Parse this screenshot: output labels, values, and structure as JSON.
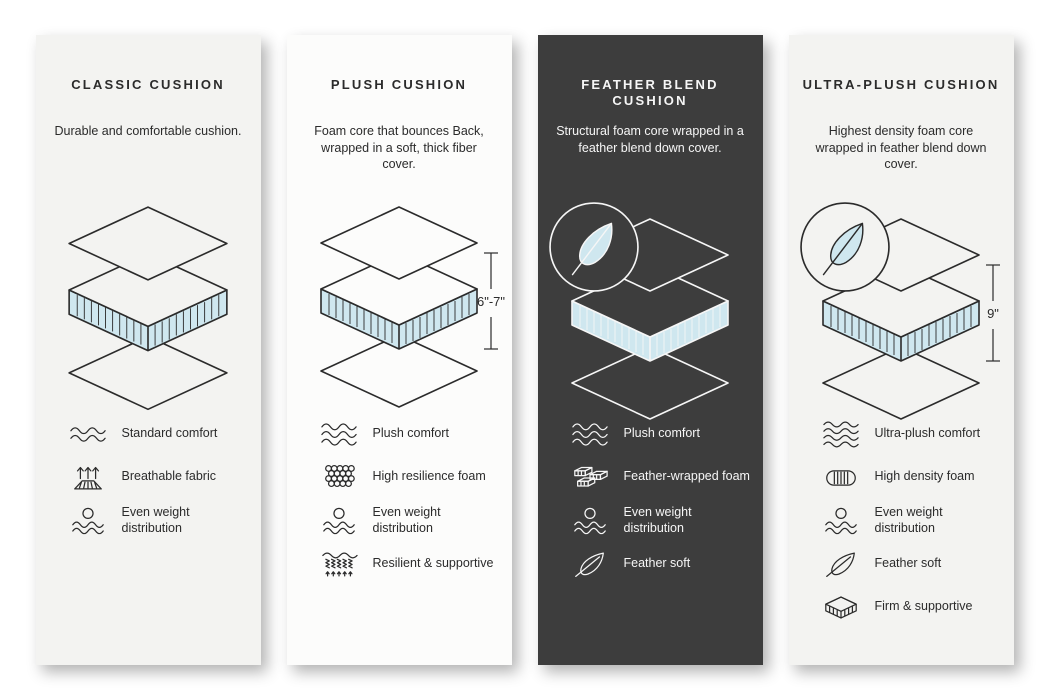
{
  "cards": [
    {
      "title": "CLASSIC CUSHION",
      "description": "Durable and comfortable cushion.",
      "features": [
        {
          "icon": "waves-icon",
          "label": "Standard comfort"
        },
        {
          "icon": "breathable-icon",
          "label": "Breathable fabric"
        },
        {
          "icon": "weight-distribution-icon",
          "label": "Even weight distribution"
        }
      ]
    },
    {
      "title": "PLUSH CUSHION",
      "description": "Foam core that bounces Back, wrapped in a soft, thick fiber cover.",
      "measurement": "6\"-7\"",
      "features": [
        {
          "icon": "waves-icon",
          "label": "Plush comfort"
        },
        {
          "icon": "foam-cells-icon",
          "label": "High resilience foam"
        },
        {
          "icon": "weight-distribution-icon",
          "label": "Even weight distribution"
        },
        {
          "icon": "springs-icon",
          "label": "Resilient & supportive"
        }
      ]
    },
    {
      "title": "FEATHER BLEND CUSHION",
      "description": "Structural foam core wrapped in a feather blend down cover.",
      "features": [
        {
          "icon": "waves-icon",
          "label": "Plush comfort"
        },
        {
          "icon": "feather-foam-icon",
          "label": "Feather-wrapped foam"
        },
        {
          "icon": "weight-distribution-icon",
          "label": "Even weight distribution"
        },
        {
          "icon": "feather-icon",
          "label": "Feather soft"
        }
      ]
    },
    {
      "title": "ULTRA-PLUSH CUSHION",
      "description": "Highest density foam core wrapped in feather blend down cover.",
      "measurement": "9\"",
      "features": [
        {
          "icon": "waves-icon",
          "label": "Ultra-plush comfort"
        },
        {
          "icon": "density-foam-icon",
          "label": "High density foam"
        },
        {
          "icon": "weight-distribution-icon",
          "label": "Even weight distribution"
        },
        {
          "icon": "feather-icon",
          "label": "Feather soft"
        },
        {
          "icon": "firm-support-icon",
          "label": "Firm & supportive"
        }
      ]
    }
  ],
  "colors": {
    "card_light": "#f3f3f1",
    "card_white": "#fcfcfb",
    "card_dark": "#3d3d3d",
    "foam_fill": "#cfe7ef",
    "ink": "#2b2b2b",
    "ink_on_dark": "#f6f6f6"
  }
}
